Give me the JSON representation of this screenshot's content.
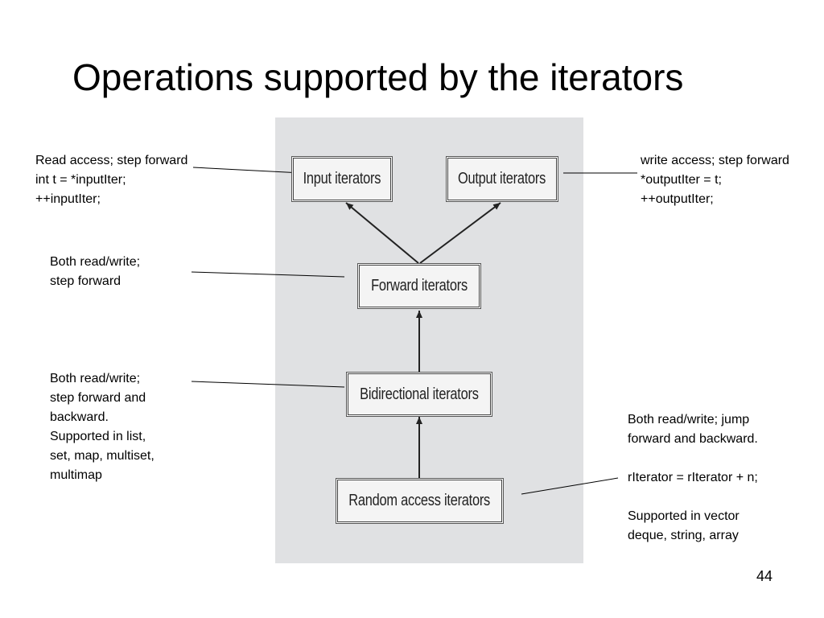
{
  "slide": {
    "title": "Operations supported by the iterators",
    "page_number": "44"
  },
  "diagram": {
    "nodes": {
      "input": "Input iterators",
      "output": "Output iterators",
      "forward": "Forward iterators",
      "bidirectional": "Bidirectional iterators",
      "random": "Random access iterators"
    }
  },
  "annotations": {
    "input": "Read access; step forward\nint t = *inputIter;\n++inputIter;",
    "output": "write access; step forward\n*outputIter = t;\n++outputIter;",
    "forward": "Both read/write;\nstep forward",
    "bidirectional": "Both read/write;\nstep forward and\nbackward.\nSupported in list,\nset, map, multiset,\nmultimap",
    "random": "Both read/write; jump\nforward and backward.\n\nrIterator = rIterator + n;\n\nSupported in vector\ndeque, string, array"
  }
}
